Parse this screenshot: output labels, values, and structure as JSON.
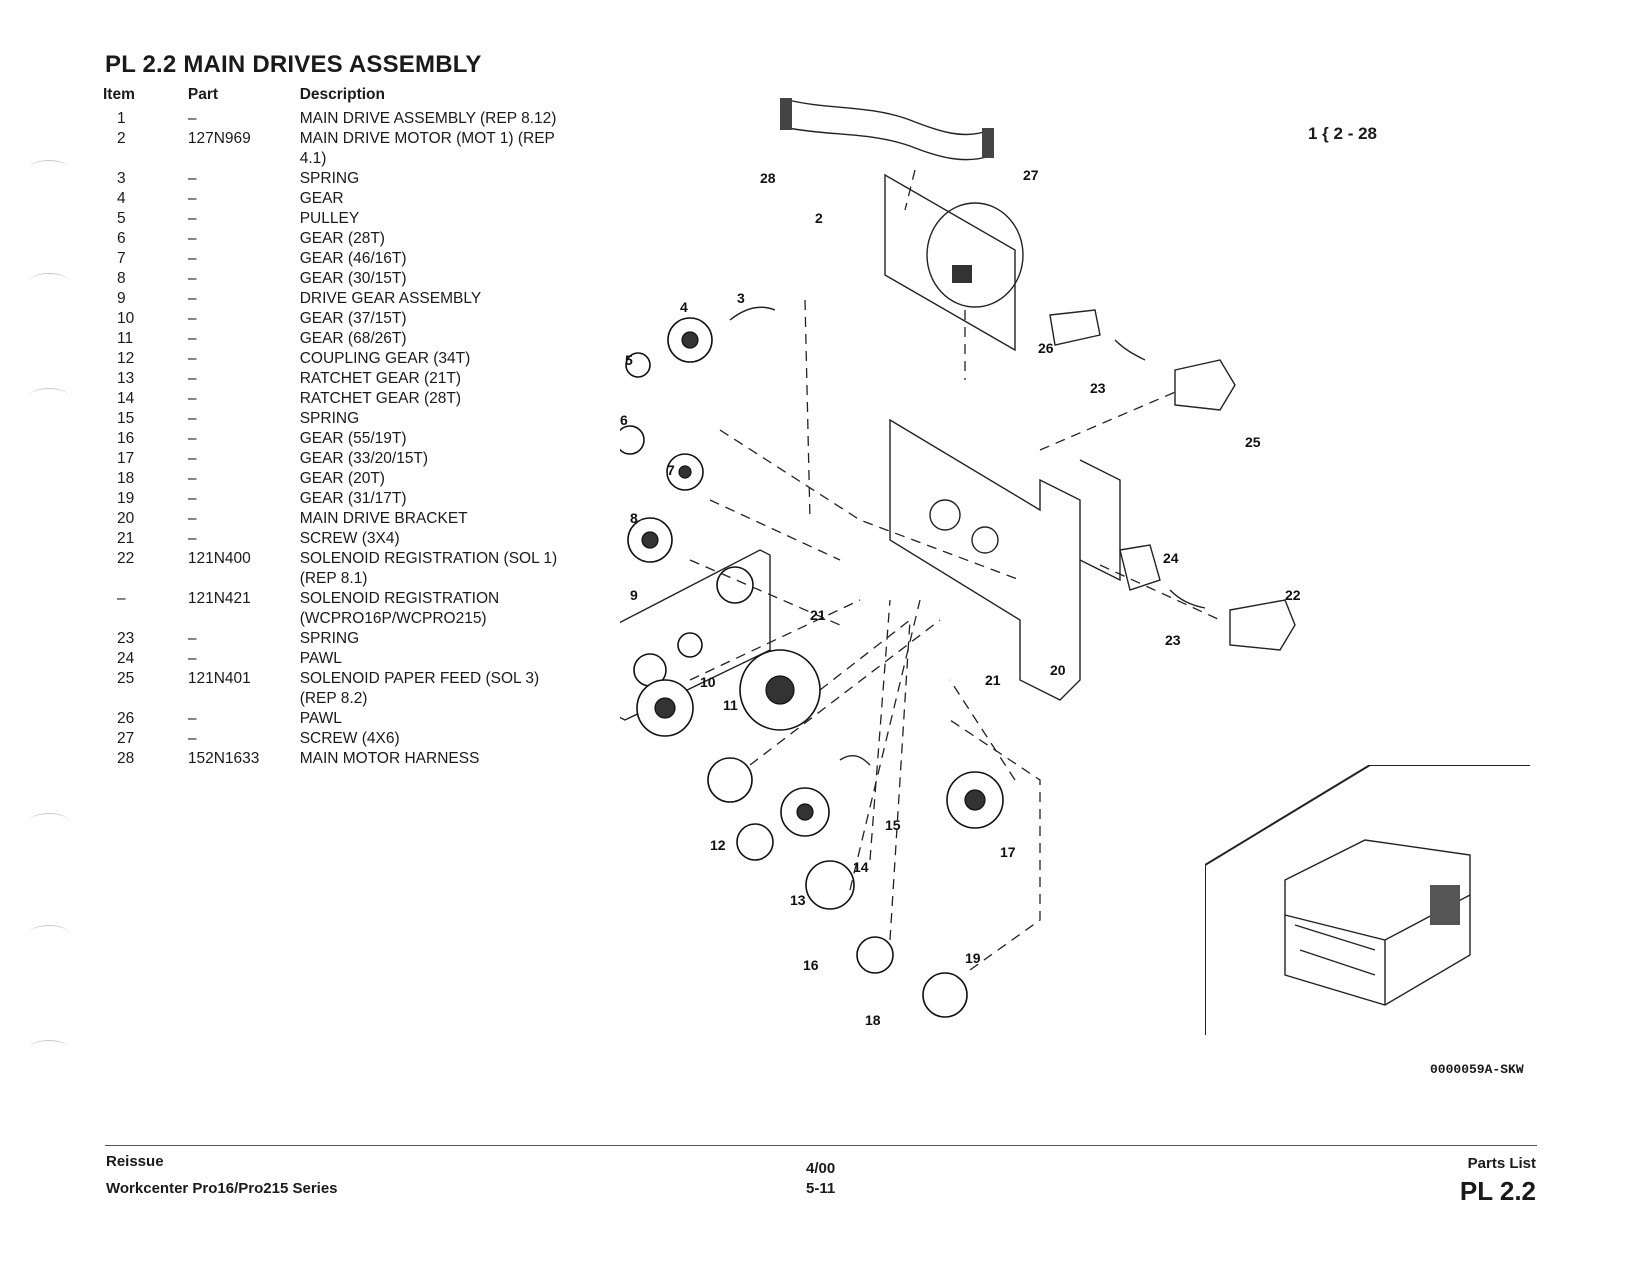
{
  "header": {
    "title": "PL 2.2 MAIN DRIVES ASSEMBLY"
  },
  "table": {
    "headers": {
      "item": "Item",
      "part": "Part",
      "description": "Description"
    },
    "rows": [
      {
        "item": "1",
        "part": "–",
        "description": "MAIN DRIVE ASSEMBLY (REP 8.12)"
      },
      {
        "item": "2",
        "part": "127N969",
        "description": "MAIN DRIVE MOTOR (MOT 1) (REP 4.1)"
      },
      {
        "item": "3",
        "part": "–",
        "description": "SPRING"
      },
      {
        "item": "4",
        "part": "–",
        "description": "GEAR"
      },
      {
        "item": "5",
        "part": "–",
        "description": "PULLEY"
      },
      {
        "item": "6",
        "part": "–",
        "description": "GEAR (28T)"
      },
      {
        "item": "7",
        "part": "–",
        "description": "GEAR (46/16T)"
      },
      {
        "item": "8",
        "part": "–",
        "description": "GEAR (30/15T)"
      },
      {
        "item": "9",
        "part": "–",
        "description": "DRIVE GEAR ASSEMBLY"
      },
      {
        "item": "10",
        "part": "–",
        "description": "GEAR (37/15T)"
      },
      {
        "item": "11",
        "part": "–",
        "description": "GEAR (68/26T)"
      },
      {
        "item": "12",
        "part": "–",
        "description": "COUPLING GEAR (34T)"
      },
      {
        "item": "13",
        "part": "–",
        "description": "RATCHET GEAR (21T)"
      },
      {
        "item": "14",
        "part": "–",
        "description": "RATCHET GEAR (28T)"
      },
      {
        "item": "15",
        "part": "–",
        "description": "SPRING"
      },
      {
        "item": "16",
        "part": "–",
        "description": "GEAR (55/19T)"
      },
      {
        "item": "17",
        "part": "–",
        "description": "GEAR (33/20/15T)"
      },
      {
        "item": "18",
        "part": "–",
        "description": "GEAR (20T)"
      },
      {
        "item": "19",
        "part": "–",
        "description": "GEAR (31/17T)"
      },
      {
        "item": "20",
        "part": "–",
        "description": "MAIN DRIVE BRACKET"
      },
      {
        "item": "21",
        "part": "–",
        "description": "SCREW (3X4)"
      },
      {
        "item": "22",
        "part": "121N400",
        "description": "SOLENOID REGISTRATION (SOL 1) (REP 8.1)"
      },
      {
        "item": "–",
        "part": "121N421",
        "description": "SOLENOID REGISTRATION (WCPRO16P/WCPRO215)"
      },
      {
        "item": "23",
        "part": "–",
        "description": "SPRING"
      },
      {
        "item": "24",
        "part": "–",
        "description": "PAWL"
      },
      {
        "item": "25",
        "part": "121N401",
        "description": "SOLENOID PAPER FEED (SOL 3) (REP 8.2)"
      },
      {
        "item": "26",
        "part": "–",
        "description": "PAWL"
      },
      {
        "item": "27",
        "part": "–",
        "description": "SCREW (4X6)"
      },
      {
        "item": "28",
        "part": "152N1633",
        "description": "MAIN MOTOR HARNESS"
      }
    ]
  },
  "diagram": {
    "range_label": "1 { 2 - 28",
    "figure_code": "0000059A-SKW",
    "callouts": [
      "28",
      "27",
      "2",
      "3",
      "4",
      "5",
      "26",
      "23",
      "25",
      "6",
      "7",
      "8",
      "9",
      "24",
      "22",
      "21",
      "23",
      "20",
      "21",
      "10",
      "11",
      "15",
      "12",
      "14",
      "17",
      "13",
      "16",
      "19",
      "18"
    ]
  },
  "footer": {
    "left_line1": "Reissue",
    "left_line2": "Workcenter Pro16/Pro215 Series",
    "center_line1": "4/00",
    "center_line2": "5-11",
    "right_line1": "Parts List",
    "right_line2": "PL 2.2"
  }
}
